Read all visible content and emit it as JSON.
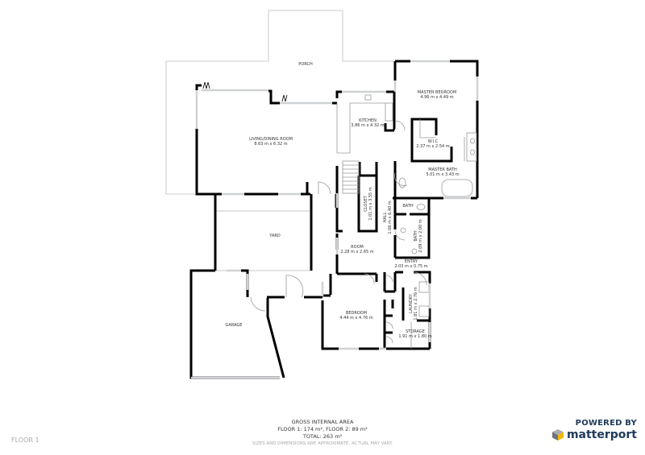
{
  "floor": {
    "label": "FLOOR 1"
  },
  "rooms": [
    {
      "id": "porch",
      "name": "PORCH",
      "dims": ""
    },
    {
      "id": "master-bedroom",
      "name": "MASTER BEDROOM",
      "dims": "4.96 m x 4.49 m"
    },
    {
      "id": "kitchen",
      "name": "KITCHEN",
      "dims": "3.86 m x 4.32 m"
    },
    {
      "id": "living-dining",
      "name": "LIVING/DINING ROOM",
      "dims": "8.63 m x 6.32 m"
    },
    {
      "id": "wic",
      "name": "W.I.C",
      "dims": "2.37 m x 2.54 m"
    },
    {
      "id": "master-bath",
      "name": "MASTER BATH",
      "dims": "5.01 m x 3.43 m"
    },
    {
      "id": "closet",
      "name": "CLOSET",
      "dims": "1.01 m x 3.55 m"
    },
    {
      "id": "bath-1",
      "name": "BATH",
      "dims": ""
    },
    {
      "id": "hall",
      "name": "HALL",
      "dims": "1.06 m x 6.40 m"
    },
    {
      "id": "bath-2",
      "name": "BATH",
      "dims": "2.09 m x 2.00 m"
    },
    {
      "id": "yard",
      "name": "YARD",
      "dims": ""
    },
    {
      "id": "room",
      "name": "ROOM",
      "dims": "2.28 m x 2.65 m"
    },
    {
      "id": "entry",
      "name": "ENTRY",
      "dims": "2.03 m x 0.75 m"
    },
    {
      "id": "laundry",
      "name": "LAUNDRY",
      "dims": "1.81 m x 2.76 m"
    },
    {
      "id": "bedroom",
      "name": "BEDROOM",
      "dims": "4.44 m x 4.76 m"
    },
    {
      "id": "garage",
      "name": "GARAGE",
      "dims": ""
    },
    {
      "id": "storage",
      "name": "STORAGE",
      "dims": "1.91 m x 1.80 m"
    }
  ],
  "footer": {
    "title": "GROSS INTERNAL AREA",
    "floors": "FLOOR 1: 174 m², FLOOR 2: 89 m²",
    "total": "TOTAL: 263 m²",
    "note": "SIZES AND DIMENSIONS ARE APPROXIMATE, ACTUAL MAY VARY."
  },
  "brand": {
    "powered_by": "POWERED BY",
    "name": "matterport",
    "colors": {
      "text": "#1f3a5a",
      "cube_yellow": "#f2b705",
      "cube_grey": "#8a8f96"
    }
  },
  "colors": {
    "wall": "#000000",
    "outline": "#b5b5b5",
    "window": "#d0d3d6",
    "label": "#333333"
  }
}
